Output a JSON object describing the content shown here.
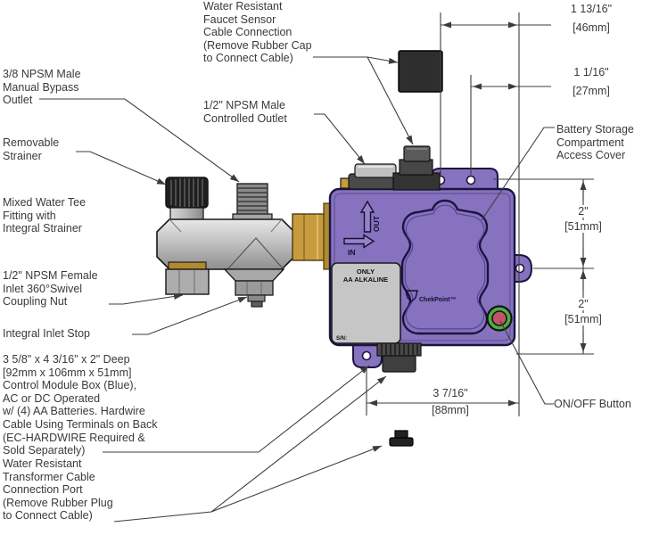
{
  "labels": {
    "sensor": [
      "Water Resistant",
      "Faucet Sensor",
      "Cable Connection",
      "(Remove Rubber Cap",
      "to Connect Cable)"
    ],
    "bypass": [
      "3/8 NPSM Male",
      "Manual Bypass",
      "Outlet"
    ],
    "controlled": [
      "1/2\" NPSM Male",
      "Controlled Outlet"
    ],
    "strainer": [
      "Removable",
      "Strainer"
    ],
    "tee": [
      "Mixed Water Tee",
      "Fitting with",
      "Integral Strainer"
    ],
    "inlet": [
      "1/2\" NPSM Female",
      "Inlet 360°Swivel",
      "Coupling Nut"
    ],
    "stop": "Integral Inlet Stop",
    "module": [
      "3 5/8\" x 4 3/16\" x 2\" Deep",
      "[92mm x 106mm x 51mm]",
      "Control Module Box (Blue),",
      "AC or DC Operated",
      "w/ (4) AA Batteries. Hardwire",
      "Cable Using Terminals on Back",
      "(EC-HARDWIRE Required &",
      "Sold Separately)"
    ],
    "transformer": [
      "Water Resistant",
      "Transformer Cable",
      "Connection Port",
      "(Remove Rubber Plug",
      "to Connect Cable)"
    ],
    "battery": [
      "Battery Storage",
      "Compartment",
      "Access Cover"
    ],
    "onoff": "ON/OFF Button"
  },
  "dimensions": {
    "width_46": {
      "value": "1 13/16\"",
      "mm": "[46mm]"
    },
    "width_27": {
      "value": "1 1/16\"",
      "mm": "[27mm]"
    },
    "height_top": {
      "value": "2\"",
      "mm": "[51mm]"
    },
    "height_bottom": {
      "value": "2\"",
      "mm": "[51mm]"
    },
    "width_88": {
      "value": "3 7/16\"",
      "mm": "[88mm]"
    }
  },
  "module_markings": {
    "out": "OUT",
    "in": "IN",
    "battery_only": "ONLY",
    "battery_type": "AA ALKALINE",
    "serial": "S/N:",
    "brand": "ChekPoint™"
  },
  "colors": {
    "module": "#8672be",
    "module_outline": "#1d1440",
    "brass": "#c79b3e",
    "button_ring": "#4caf3e",
    "button_center": "#c05568",
    "line": "#3c3c3c"
  }
}
